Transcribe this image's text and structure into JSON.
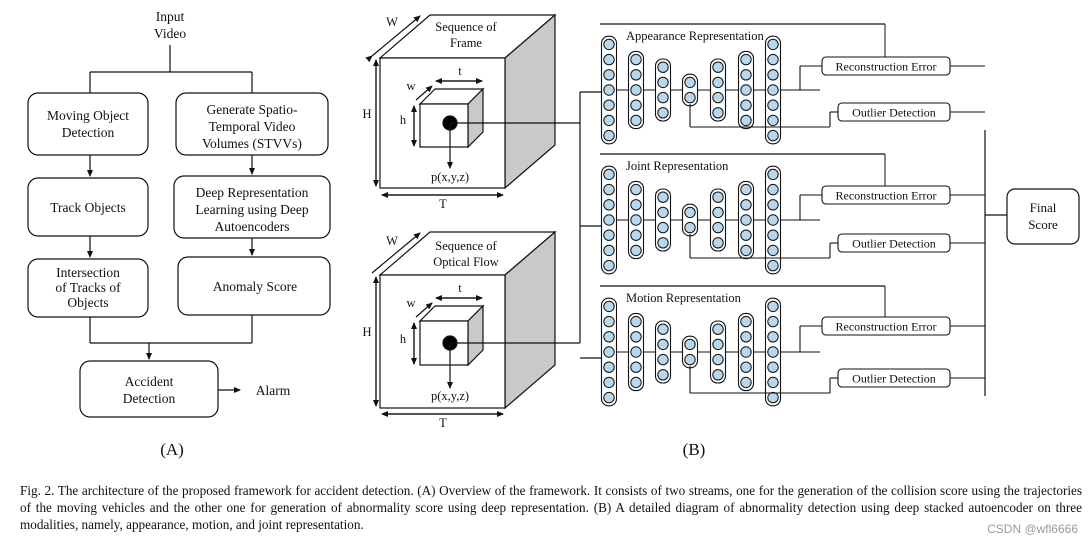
{
  "panel_a": {
    "input": [
      "Input",
      "Video"
    ],
    "moving_object_detection": [
      "Moving Object",
      "Detection"
    ],
    "generate_stvvs": [
      "Generate Spatio-",
      "Temporal Video",
      "Volumes (STVVs)"
    ],
    "track_objects": [
      "Track Objects"
    ],
    "deep_representation": [
      "Deep Representation",
      "Learning using Deep",
      "Autoencoders"
    ],
    "intersection": [
      "Intersection",
      "of Tracks of",
      "Objects"
    ],
    "anomaly_score": [
      "Anomaly Score"
    ],
    "accident_detection": [
      "Accident",
      "Detection"
    ],
    "alarm": "Alarm",
    "panel_label": "(A)"
  },
  "panel_b": {
    "cube_frame": {
      "title": [
        "Sequence of",
        "Frame"
      ],
      "W": "W",
      "H": "H",
      "T": "T",
      "t": "t",
      "w": "w",
      "h": "h",
      "point": "p(x,y,z)"
    },
    "cube_flow": {
      "title": [
        "Sequence of",
        "Optical Flow"
      ],
      "W": "W",
      "H": "H",
      "T": "T",
      "t": "t",
      "w": "w",
      "h": "h",
      "point": "p(x,y,z)"
    },
    "streams": [
      {
        "title": "Appearance Representation",
        "reconstruction": "Reconstruction Error",
        "outlier": "Outlier Detection"
      },
      {
        "title": "Joint Representation",
        "reconstruction": "Reconstruction Error",
        "outlier": "Outlier Detection"
      },
      {
        "title": "Motion Representation",
        "reconstruction": "Reconstruction Error",
        "outlier": "Outlier Detection"
      }
    ],
    "final_score": [
      "Final",
      "Score"
    ],
    "panel_label": "(B)"
  },
  "caption": "Fig. 2.   The architecture of the proposed framework for accident detection. (A) Overview of the framework. It consists of two streams, one for the generation of the collision score using the trajectories of the moving vehicles and the other one for generation of abnormality score using deep representation. (B) A detailed diagram of abnormality detection using deep stacked autoencoder on three modalities, namely, appearance, motion, and joint representation.",
  "watermark": "CSDN @wfl6666",
  "colors": {
    "node_fill": "#b9d7ec",
    "cube_side": "#c9c9c9",
    "cube_top": "#ffffff",
    "line": "#111111"
  }
}
